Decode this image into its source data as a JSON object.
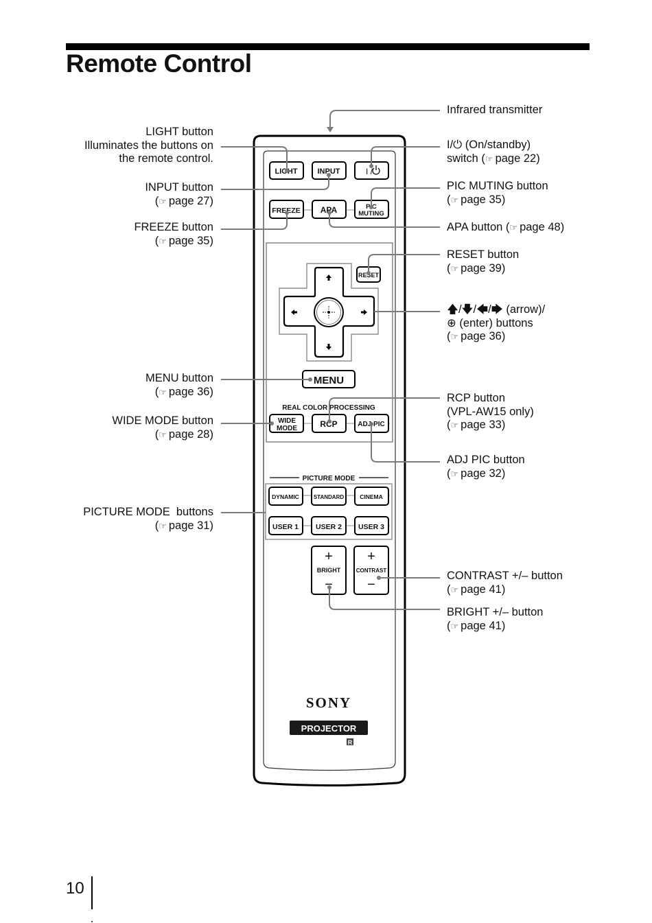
{
  "page": {
    "title": "Remote Control",
    "page_number": "10",
    "reference_icon": "☞"
  },
  "remote": {
    "buttons": {
      "light": "LIGHT",
      "input": "INPUT",
      "power": "I /⏻",
      "freeze": "FREEZE",
      "apa": "APA",
      "pic_muting_line1": "PIC",
      "pic_muting_line2": "MUTING",
      "reset": "RESET",
      "menu": "MENU",
      "wide_mode_line1": "WIDE",
      "wide_mode_line2": "MODE",
      "rcp": "RCP",
      "adj_pic": "ADJ PIC",
      "dynamic": "DYNAMIC",
      "standard": "STANDARD",
      "cinema": "CINEMA",
      "user1": "USER 1",
      "user2": "USER 2",
      "user3": "USER 3",
      "bright": "BRIGHT",
      "contrast": "CONTRAST",
      "plus": "+",
      "minus": "−"
    },
    "group_labels": {
      "real_color_processing": "REAL COLOR PROCESSING",
      "picture_mode": "PICTURE MODE"
    },
    "brand": "SONY",
    "product_badge": "PROJECTOR",
    "registered_mark": "R"
  },
  "callouts": {
    "left": [
      {
        "id": "light",
        "lines": [
          "LIGHT button",
          "Illuminates the buttons on",
          "the remote control."
        ]
      },
      {
        "id": "input",
        "lines": [
          "INPUT button"
        ],
        "page": "page 27"
      },
      {
        "id": "freeze",
        "lines": [
          "FREEZE button"
        ],
        "page": "page 35"
      },
      {
        "id": "menu",
        "lines": [
          "MENU button"
        ],
        "page": "page 36"
      },
      {
        "id": "wide_mode",
        "lines": [
          "WIDE MODE button"
        ],
        "page": "page 28"
      },
      {
        "id": "picture_mode",
        "lines": [
          "PICTURE MODE  buttons"
        ],
        "page": "page 31"
      }
    ],
    "right": [
      {
        "id": "infrared",
        "lines": [
          "Infrared transmitter"
        ]
      },
      {
        "id": "power",
        "lines": [
          "I/⏻ (On/standby)"
        ],
        "tail": "switch (",
        "page": "page 22"
      },
      {
        "id": "pic_muting",
        "lines": [
          "PIC MUTING button"
        ],
        "page": "page 35"
      },
      {
        "id": "apa",
        "prefix": "APA button (",
        "page": "page 48"
      },
      {
        "id": "reset",
        "lines": [
          "RESET button"
        ],
        "page": "page 39"
      },
      {
        "id": "arrows",
        "lines": [
          "🡅/🡇/🡄/🡆 (arrow)/",
          "⊕ (enter) buttons"
        ],
        "page": "page 36"
      },
      {
        "id": "rcp",
        "lines": [
          "RCP button",
          "(VPL-AW15 only)"
        ],
        "page": "page 33"
      },
      {
        "id": "adj_pic",
        "lines": [
          "ADJ PIC button"
        ],
        "page": "page 32"
      },
      {
        "id": "contrast",
        "lines": [
          "CONTRAST +/– button"
        ],
        "page": "page 41"
      },
      {
        "id": "bright",
        "lines": [
          "BRIGHT +/– button"
        ],
        "page": "page 41"
      }
    ]
  }
}
